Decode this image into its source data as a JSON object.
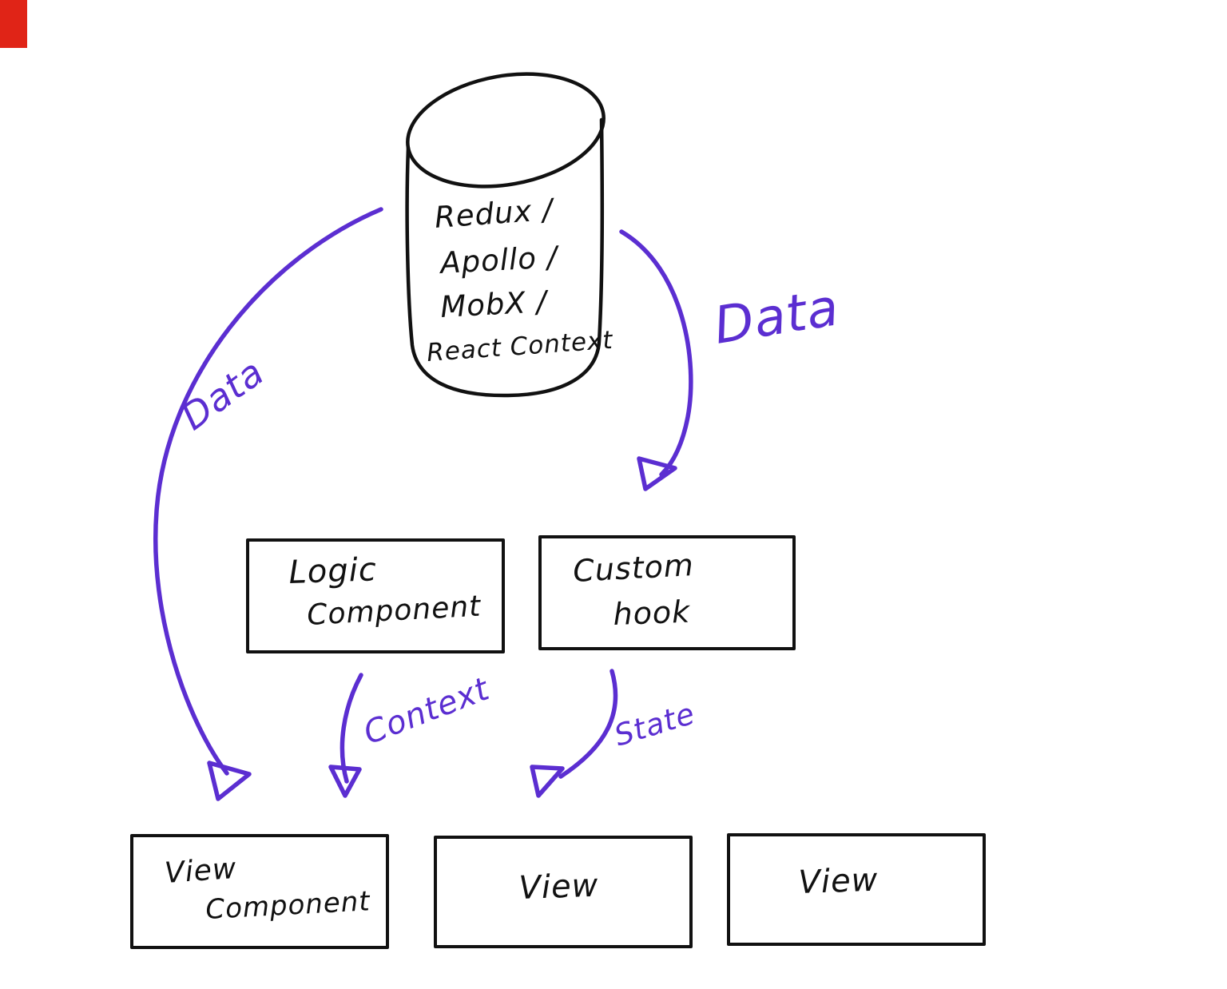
{
  "diagram": {
    "title": "State management data-flow sketch",
    "colors": {
      "ink": "#111111",
      "accent": "#5b2ed1",
      "corner": "#e02417"
    },
    "store": {
      "lines": [
        "Redux /",
        "Apollo /",
        "MobX /",
        "React Context"
      ]
    },
    "nodes": {
      "logic_component": {
        "lines": [
          "Logic",
          "Component"
        ]
      },
      "custom_hook": {
        "lines": [
          "Custom",
          "hook"
        ]
      },
      "view_component": {
        "lines": [
          "View",
          "Component"
        ]
      },
      "view_middle": {
        "label": "View"
      },
      "view_right": {
        "label": "View"
      }
    },
    "edges": {
      "data_left": {
        "label": "Data"
      },
      "data_right": {
        "label": "Data"
      },
      "context": {
        "label": "Context"
      },
      "state": {
        "label": "State"
      }
    }
  }
}
